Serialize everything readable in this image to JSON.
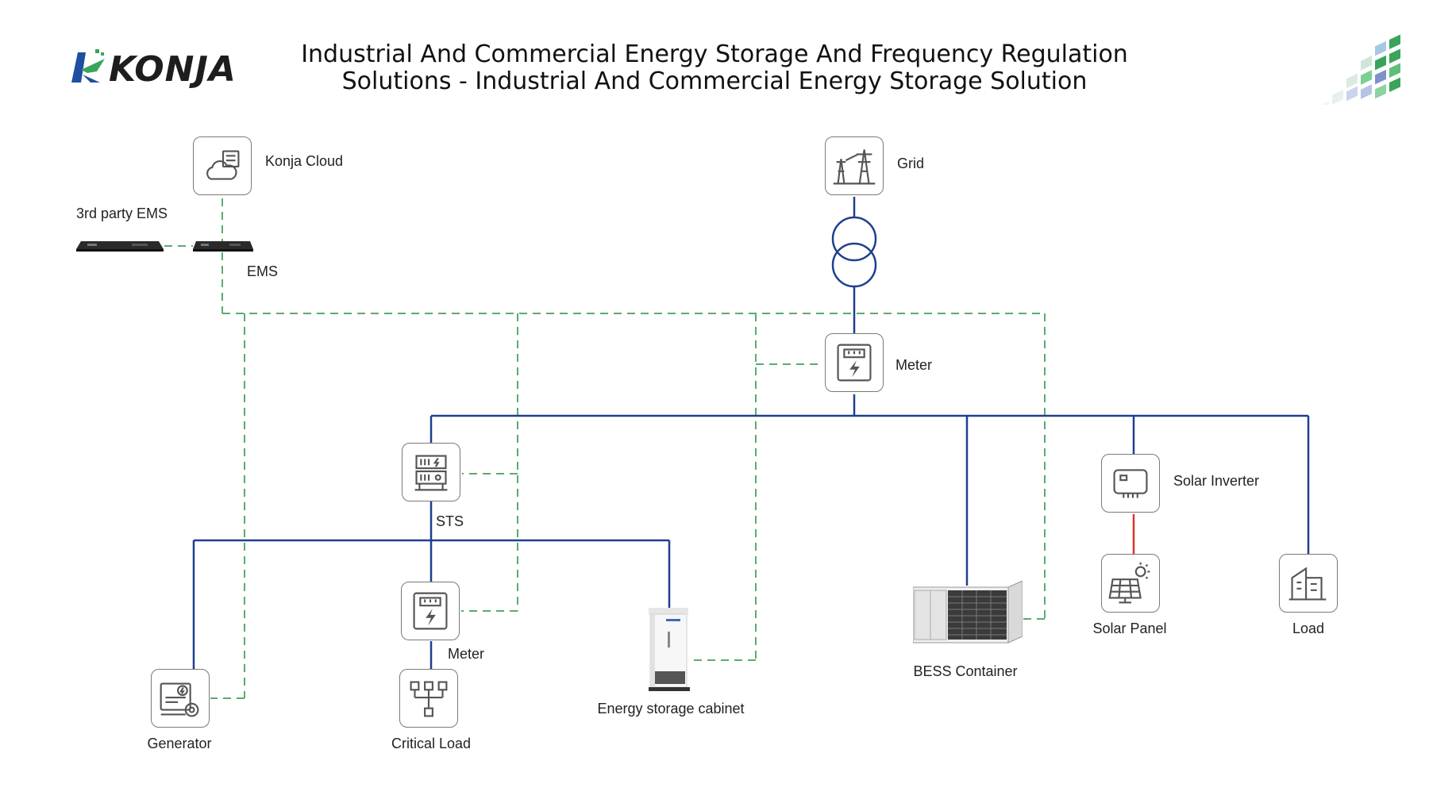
{
  "brand": {
    "name": "KONJA"
  },
  "title": {
    "line1": "Industrial And Commercial Energy Storage And Frequency Regulation",
    "line2": "Solutions - Industrial And Commercial Energy Storage Solution"
  },
  "nodes": {
    "konja_cloud": "Konja Cloud",
    "third_party_ems": "3rd party EMS",
    "ems": "EMS",
    "grid": "Grid",
    "meter_main": "Meter",
    "sts": "STS",
    "meter_critical": "Meter",
    "generator": "Generator",
    "critical_load": "Critical Load",
    "energy_storage_cabinet": "Energy storage cabinet",
    "bess_container": "BESS Container",
    "solar_inverter": "Solar Inverter",
    "solar_panel": "Solar Panel",
    "load": "Load"
  },
  "colors": {
    "power_line": "#1f3f8f",
    "comm_line": "#5aab6e",
    "dc_line": "#d9342b",
    "icon": "#555555",
    "logo_green": "#3aa45a",
    "logo_blue": "#1f4f9f"
  },
  "icons": {
    "konja_cloud": "cloud-server-icon",
    "grid": "transmission-tower-icon",
    "meter": "electric-meter-icon",
    "sts": "transfer-switch-icon",
    "generator": "generator-icon",
    "critical_load": "circuit-load-icon",
    "solar_inverter": "inverter-icon",
    "solar_panel": "solar-panel-icon",
    "load": "building-icon"
  }
}
